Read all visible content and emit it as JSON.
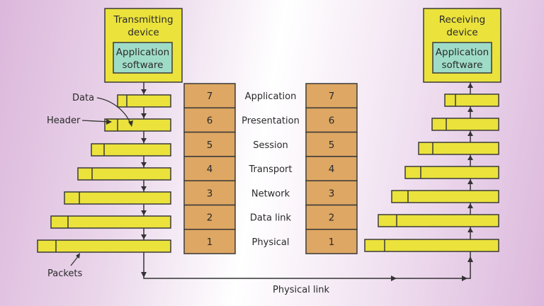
{
  "colors": {
    "packet_fill": "#ebe23c",
    "device_fill": "#ebe23c",
    "app_fill": "#9fdcc8",
    "layer_fill": "#dea763",
    "stroke": "#3a3a3a"
  },
  "transmitter": {
    "title_line1": "Transmitting",
    "title_line2": "device",
    "app_line1": "Application",
    "app_line2": "software"
  },
  "receiver": {
    "title_line1": "Receiving",
    "title_line2": "device",
    "app_line1": "Application",
    "app_line2": "software"
  },
  "layers": [
    {
      "number": "7",
      "name": "Application"
    },
    {
      "number": "6",
      "name": "Presentation"
    },
    {
      "number": "5",
      "name": "Session"
    },
    {
      "number": "4",
      "name": "Transport"
    },
    {
      "number": "3",
      "name": "Network"
    },
    {
      "number": "2",
      "name": "Data link"
    },
    {
      "number": "1",
      "name": "Physical"
    }
  ],
  "annotations": {
    "data": "Data",
    "header": "Header",
    "packets": "Packets",
    "physical_link": "Physical link"
  },
  "packets": {
    "count_per_side": 7,
    "direction_left": "down",
    "direction_right": "up"
  }
}
